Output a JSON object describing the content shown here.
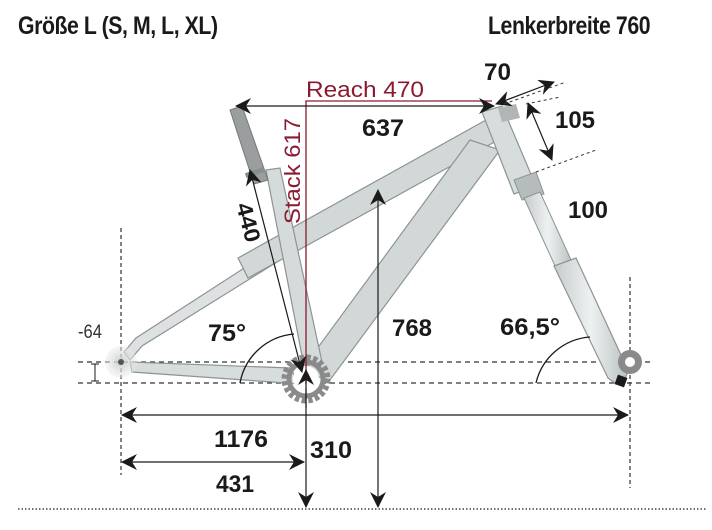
{
  "header": {
    "size_title": "Größe L (S, M, L, XL)",
    "handlebar_width": "Lenkerbreite 760"
  },
  "colors": {
    "frame_fill": "#d7dcdc",
    "frame_stroke": "#8c9494",
    "reach_stack_red": "#8a1a30",
    "dim_line": "#1a1a1a",
    "chainring": "#8a8a8a"
  },
  "dimensions": {
    "reach": "Reach 470",
    "stack": "Stack 617",
    "top_tube": "637",
    "stem_length": "70",
    "head_tube": "105",
    "fork_travel": "100",
    "seat_tube": "440",
    "seat_angle": "75°",
    "head_angle": "66,5°",
    "bb_drop": "-64",
    "wheelbase": "1176",
    "chainstay": "431",
    "bb_height": "310",
    "standover": "768"
  }
}
